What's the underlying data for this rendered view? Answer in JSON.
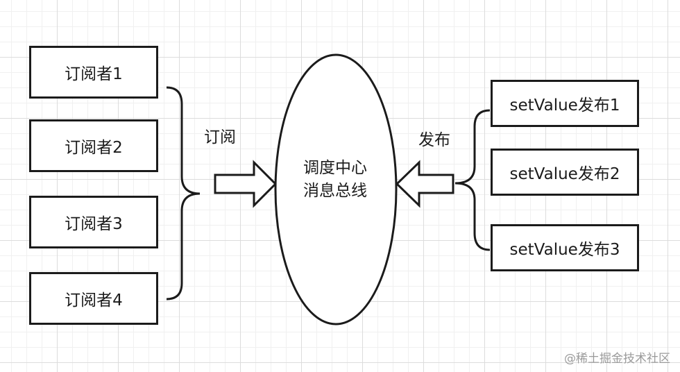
{
  "subscribers": [
    {
      "label": "订阅者1"
    },
    {
      "label": "订阅者2"
    },
    {
      "label": "订阅者3"
    },
    {
      "label": "订阅者4"
    }
  ],
  "subscribe_label": "订阅",
  "center": {
    "line1": "调度中心",
    "line2": "消息总线"
  },
  "publish_label": "发布",
  "publishers": [
    {
      "label": "setValue发布1"
    },
    {
      "label": "setValue发布2"
    },
    {
      "label": "setValue发布3"
    }
  ],
  "watermark": "@稀土掘金技术社区"
}
